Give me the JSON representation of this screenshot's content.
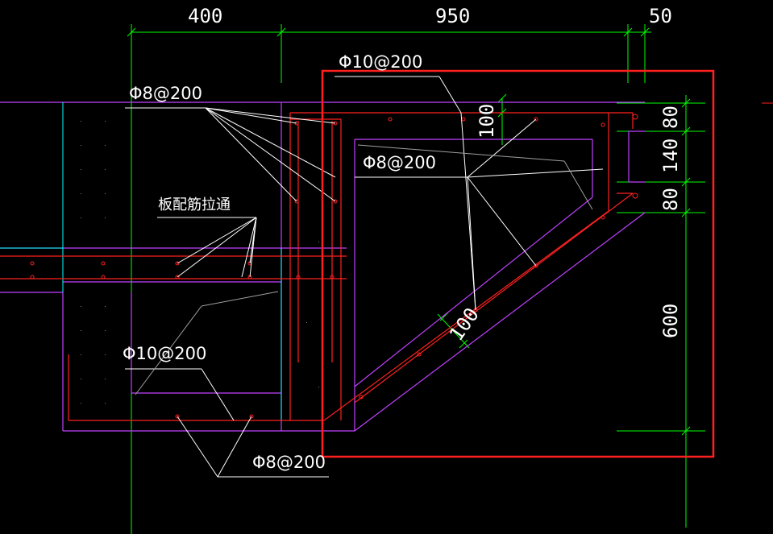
{
  "dimensions": {
    "top_400": "400",
    "top_950": "950",
    "top_50": "50",
    "right_80_a": "80",
    "right_140": "140",
    "right_80_b": "80",
    "right_600": "600",
    "thickness_100_top": "100",
    "thickness_100_slope": "100"
  },
  "labels": {
    "phi10_top": "Φ10@200",
    "phi8_left": "Φ8@200",
    "phi8_mid": "Φ8@200",
    "phi10_bottom": "Φ10@200",
    "phi8_bottom": "Φ8@200",
    "slab_rebar_through": "板配筋拉通"
  },
  "colors": {
    "background": "#000000",
    "dimension": "#00ff00",
    "rebar": "#ff2020",
    "concrete_outline": "#c040ff",
    "cyan_line": "#00ffff",
    "leader": "#ffffff",
    "highlight_box": "#ff2020",
    "grey_leader": "#a0a0a0"
  }
}
